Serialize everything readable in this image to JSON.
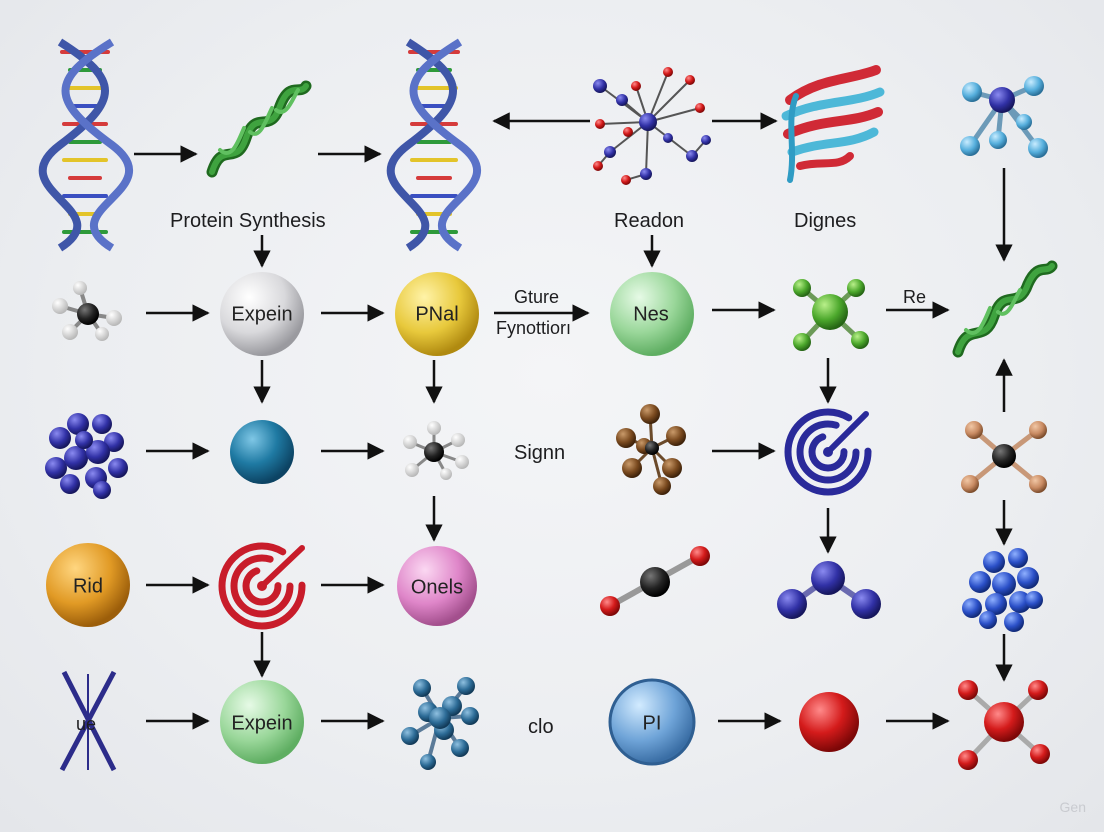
{
  "labels": {
    "protein_synthesis": "Protein Synthesis",
    "readon": "Readon",
    "dignes": "Dignes",
    "gture": "Gture",
    "fynottion": "Fynottiorı",
    "re": "Re",
    "signn": "Signn",
    "clo": "clo",
    "ue": "ue"
  },
  "spheres": {
    "expein_gray": "Expein",
    "pnal": "PNal",
    "nes": "Nes",
    "rid": "Rid",
    "onels": "Onels",
    "expein_green": "Expein",
    "pi": "PI"
  },
  "colors": {
    "arrow": "#111111",
    "dna_backbone": "#3f56a8",
    "helix_green": "#2f8a2f",
    "node_blue": "#3a3aa8",
    "node_red": "#c81c2a"
  },
  "watermark": "Gen"
}
